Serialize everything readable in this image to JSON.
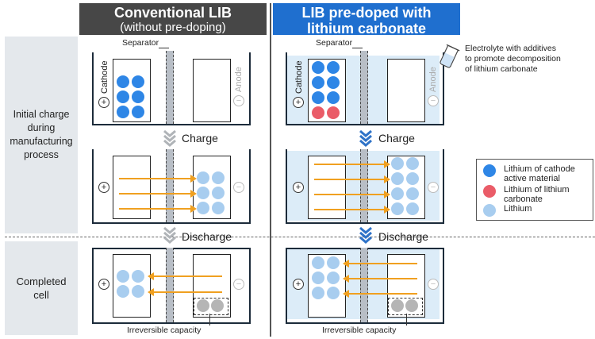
{
  "columns": {
    "conventional": {
      "title": "Conventional LIB",
      "subtitle": "(without pre-doping)",
      "color": "#474747"
    },
    "predoped": {
      "title": "LIB pre-doped with",
      "subtitle": "lithium carbonate",
      "color": "#1f6fcf"
    }
  },
  "row_labels": {
    "initial": [
      "Initial charge",
      "during",
      "manufacturing",
      "process"
    ],
    "completed": [
      "Completed",
      "cell"
    ]
  },
  "labels": {
    "separator": "Separator",
    "cathode": "Cathode",
    "anode": "Anode",
    "charge": "Charge",
    "discharge": "Discharge",
    "irreversible": "Irreversible capacity",
    "electrolyte_note": [
      "Electrolyte with additives",
      "to promote decomposition",
      "of lithium carbonate"
    ],
    "plus": "+",
    "minus": "−"
  },
  "legend": [
    {
      "label": "Lithium of cathode active material",
      "color": "#2e86e6"
    },
    {
      "label": "Lithium of lithium carbonate",
      "color": "#ea5c68"
    },
    {
      "label": "Lithium",
      "color": "#a8cdef"
    }
  ],
  "colors": {
    "arrow": "#f0a020",
    "electrolyte": "#dcecf8",
    "chevron_gray": "#b0b4b8",
    "chevron_blue": "#2f73c8"
  },
  "icons": [
    "beaker-icon",
    "chevron-down-icon"
  ]
}
